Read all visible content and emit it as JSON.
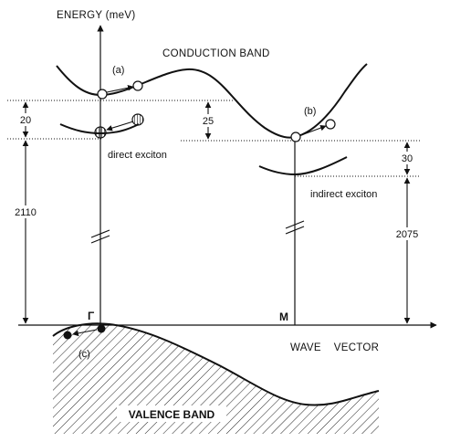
{
  "labels": {
    "y_axis": "ENERGY (meV)",
    "x_axis": "WAVE    VECTOR",
    "conduction_band": "CONDUCTION BAND",
    "valence_band": "VALENCE BAND",
    "point_a": "(a)",
    "point_b": "(b)",
    "point_c": "(c)",
    "direct_exciton": "direct exciton",
    "indirect_exciton": "indirect exciton",
    "gamma": "Γ",
    "m_point": "M"
  },
  "energies_meV": {
    "direct_binding": "20",
    "direct_gap": "2110",
    "valley_offset": "25",
    "indirect_binding": "30",
    "indirect_gap": "2075"
  },
  "colors": {
    "line": "#111111",
    "background": "#ffffff",
    "hatch": "#222222"
  }
}
